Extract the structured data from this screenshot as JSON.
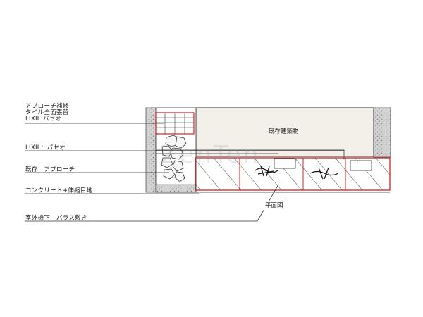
{
  "labels": {
    "approach_repair_1": "アプローチ補修",
    "approach_repair_2": "タイル全面張替",
    "approach_repair_3": "LIXIL:パセオ",
    "lixil_paseo": "LIXIL：パセオ",
    "existing_approach": "既存　アプローチ",
    "concrete_joint": "コンクリート+伸縮目地",
    "gravel_under_ac": "室外機下　バラス敷き"
  },
  "building_label": "既存建築物",
  "plan_label": "平面図",
  "watermark": "ZenTen",
  "colors": {
    "line": "#222222",
    "red_outline": "#d42020",
    "building_fill": "#f3efe9",
    "gravel_fill": "#c9c9c9",
    "leader": "#333333"
  }
}
